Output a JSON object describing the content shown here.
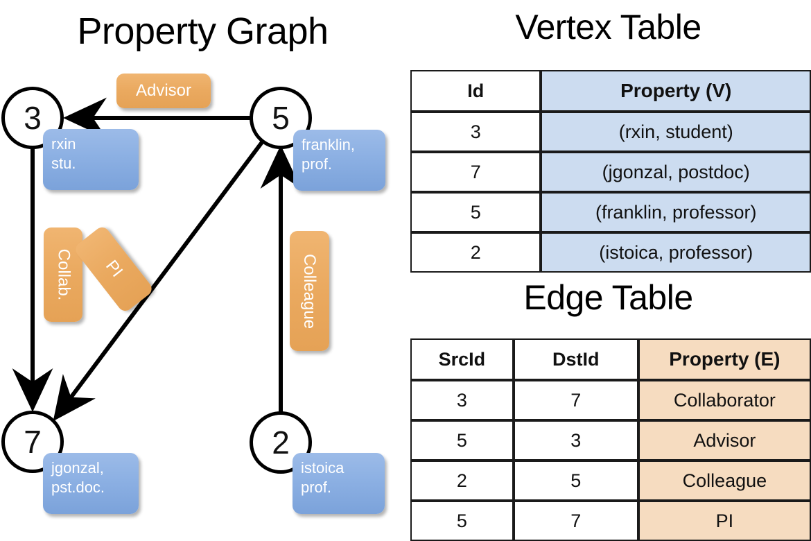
{
  "graph": {
    "title": "Property Graph",
    "nodes": [
      {
        "id": "3",
        "prop_lines": [
          "rxin",
          "stu."
        ]
      },
      {
        "id": "5",
        "prop_lines": [
          "franklin,",
          "prof."
        ]
      },
      {
        "id": "7",
        "prop_lines": [
          "jgonzal,",
          "pst.doc."
        ]
      },
      {
        "id": "2",
        "prop_lines": [
          "istoica",
          "prof."
        ]
      }
    ],
    "edge_labels": [
      {
        "name": "advisor-label",
        "text": "Advisor"
      },
      {
        "name": "collab-label",
        "text": "Collab."
      },
      {
        "name": "pi-label",
        "text": "PI"
      },
      {
        "name": "colleague-label",
        "text": "Colleague"
      }
    ],
    "colors": {
      "node_fill": "#ffffff",
      "node_stroke": "#000000",
      "vertex_prop_fill": "#8cb0e3",
      "edge_prop_fill": "#eaa95f",
      "arrow": "#000000"
    }
  },
  "vertex_table": {
    "title": "Vertex Table",
    "headers": [
      "Id",
      "Property (V)"
    ],
    "rows": [
      [
        "3",
        "(rxin, student)"
      ],
      [
        "7",
        "(jgonzal, postdoc)"
      ],
      [
        "5",
        "(franklin, professor)"
      ],
      [
        "2",
        "(istoica, professor)"
      ]
    ],
    "header_fill": "#ccdcf0"
  },
  "edge_table": {
    "title": "Edge Table",
    "headers": [
      "SrcId",
      "DstId",
      "Property (E)"
    ],
    "rows": [
      [
        "3",
        "7",
        "Collaborator"
      ],
      [
        "5",
        "3",
        "Advisor"
      ],
      [
        "2",
        "5",
        "Colleague"
      ],
      [
        "5",
        "7",
        "PI"
      ]
    ],
    "header_fill": "#f6dcc0"
  }
}
